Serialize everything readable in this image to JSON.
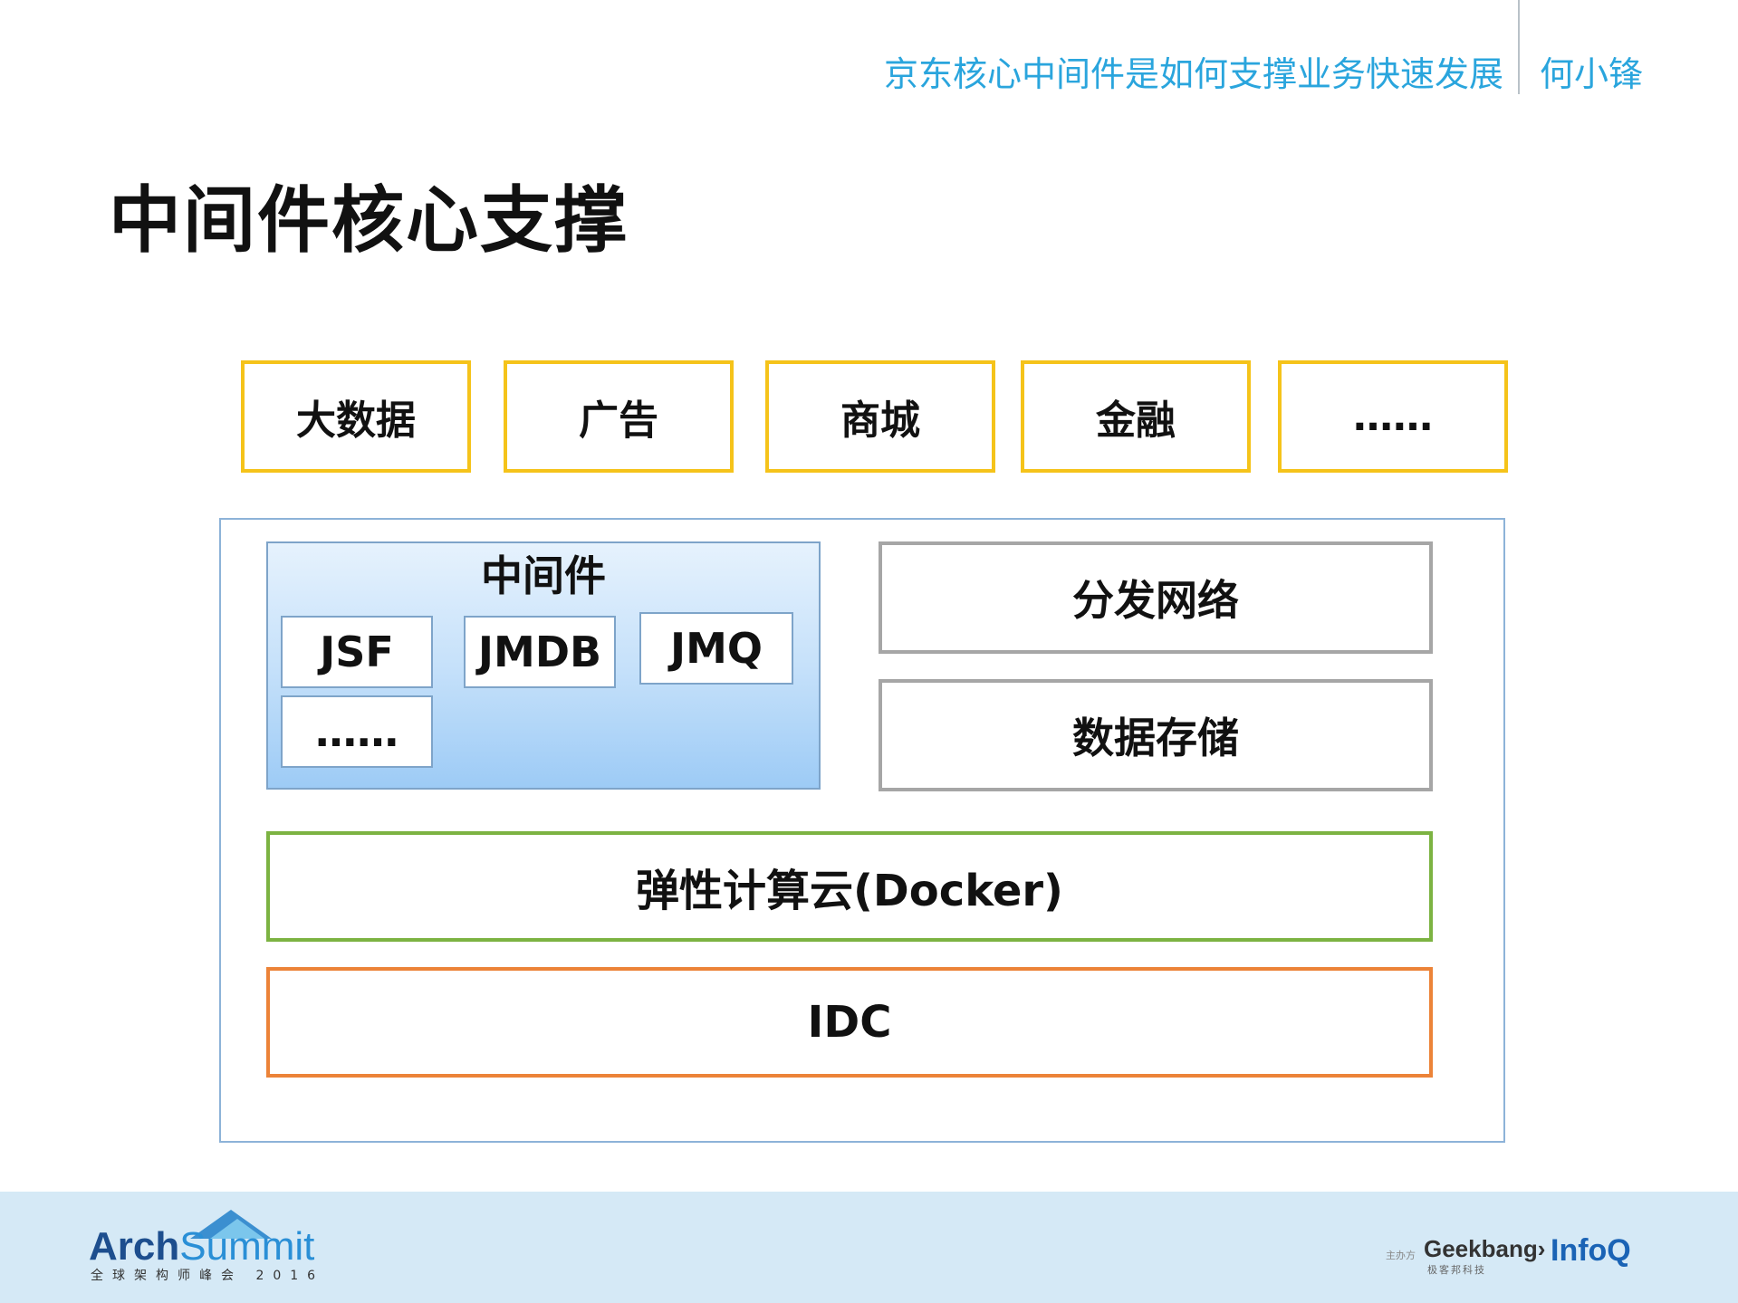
{
  "header": {
    "talk_title": "京东核心中间件是如何支撑业务快速发展",
    "author": "何小锋"
  },
  "slide": {
    "title": "中间件核心支撑"
  },
  "business": [
    "大数据",
    "广告",
    "商城",
    "金融",
    "……"
  ],
  "middleware": {
    "title": "中间件",
    "items": [
      "JSF",
      "JMDB",
      "JMQ",
      "……"
    ]
  },
  "services": {
    "cdn": "分发网络",
    "storage": "数据存储"
  },
  "layers": {
    "compute": "弹性计算云(Docker)",
    "idc": "IDC"
  },
  "footer": {
    "logo_arch": "Arch",
    "logo_summit": "Summit",
    "logo_sub": "全球架构师峰会 2016",
    "sponsor_label": "主办方",
    "geekbang": "Geekbang›",
    "geekbang_sub": "极客邦科技",
    "infoq": "InfoQ"
  },
  "colors": {
    "header_text": "#2aa5dd",
    "business_border": "#f5c31a",
    "compute_border": "#7cb342",
    "idc_border": "#ec8338",
    "service_border": "#a6a6a6",
    "footer_bg": "#d5e9f6"
  }
}
